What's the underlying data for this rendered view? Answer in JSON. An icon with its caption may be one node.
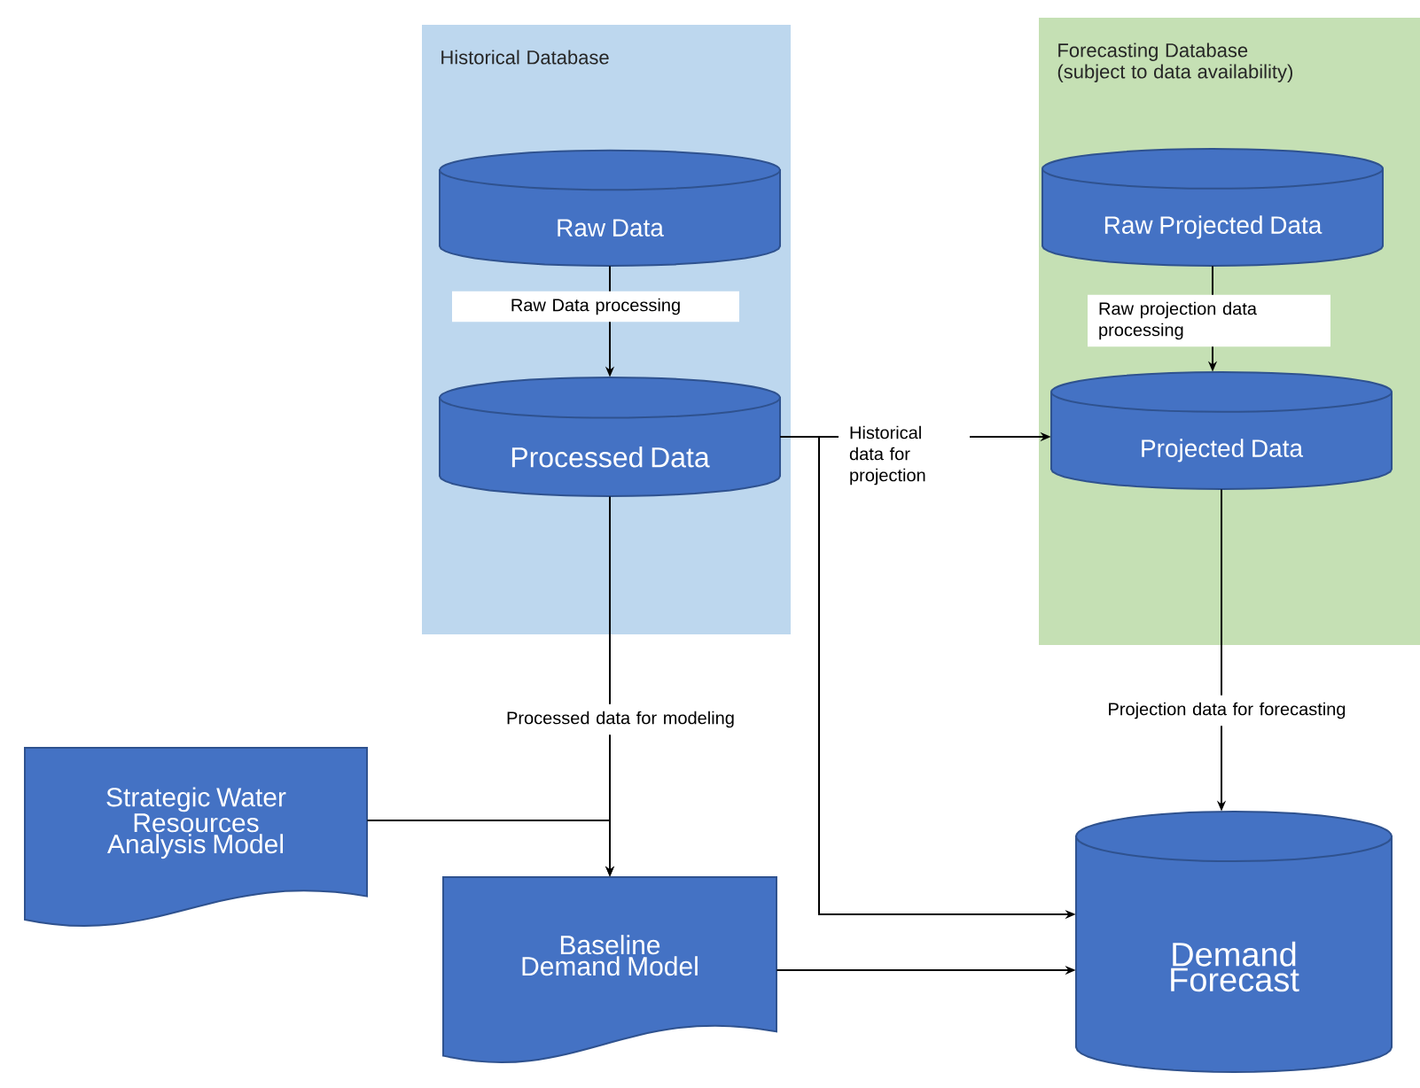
{
  "diagram": {
    "nodes": [
      {
        "text": [
          "Historical Database"
        ]
      },
      {
        "text": [
          "Raw Data"
        ],
        "in": 0
      },
      {
        "text": [
          "Processed Data"
        ],
        "in": 0
      },
      {
        "text": [
          "Forecasting Database (subject to data availability)"
        ]
      },
      {
        "text": [
          "Raw Projected Data"
        ],
        "in": 3
      },
      {
        "text": [
          "Projected Data"
        ],
        "in": 3
      },
      {
        "text": [
          "Strategic Water Resources Analysis Model"
        ]
      },
      {
        "text": [
          "Baseline Demand Model"
        ]
      },
      {
        "text": [
          "Demand Forecast"
        ]
      }
    ],
    "edges": [
      {
        "from": 1,
        "to": 2,
        "arrow": "to",
        "label": "Raw Data processing"
      },
      {
        "from": 4,
        "to": 5,
        "arrow": "to",
        "label": "Raw projection data processing"
      },
      {
        "from": 2,
        "to": 5,
        "arrow": "to",
        "label": "Historical data for projection"
      },
      {
        "from": 2,
        "to": 7,
        "arrow": "to",
        "label": "Processed data for modeling"
      },
      {
        "from": 6,
        "to": 7,
        "arrow": "to"
      },
      {
        "from": 5,
        "to": 8,
        "arrow": "to",
        "label": "Projection data for forecasting"
      },
      {
        "from": 2,
        "to": 8,
        "arrow": "to"
      },
      {
        "from": 7,
        "to": 8,
        "arrow": "to"
      }
    ]
  }
}
